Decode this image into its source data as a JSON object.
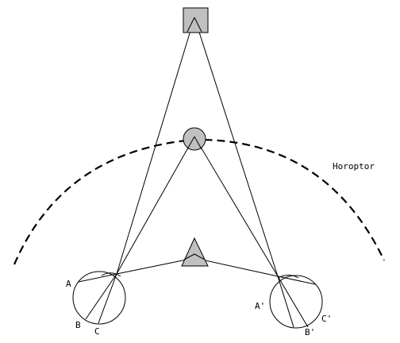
{
  "labels": {
    "horoptor": "Horoptor",
    "left_eye": {
      "a": "A",
      "b": "B",
      "c": "C"
    },
    "right_eye": {
      "a": "A'",
      "b": "B'",
      "c": "C'"
    }
  },
  "colors": {
    "object_fill": "#c0c0c0",
    "stroke": "#000000",
    "background": "#ffffff"
  },
  "objects": [
    "square (far)",
    "circle (on horoptor)",
    "triangle (near)"
  ]
}
